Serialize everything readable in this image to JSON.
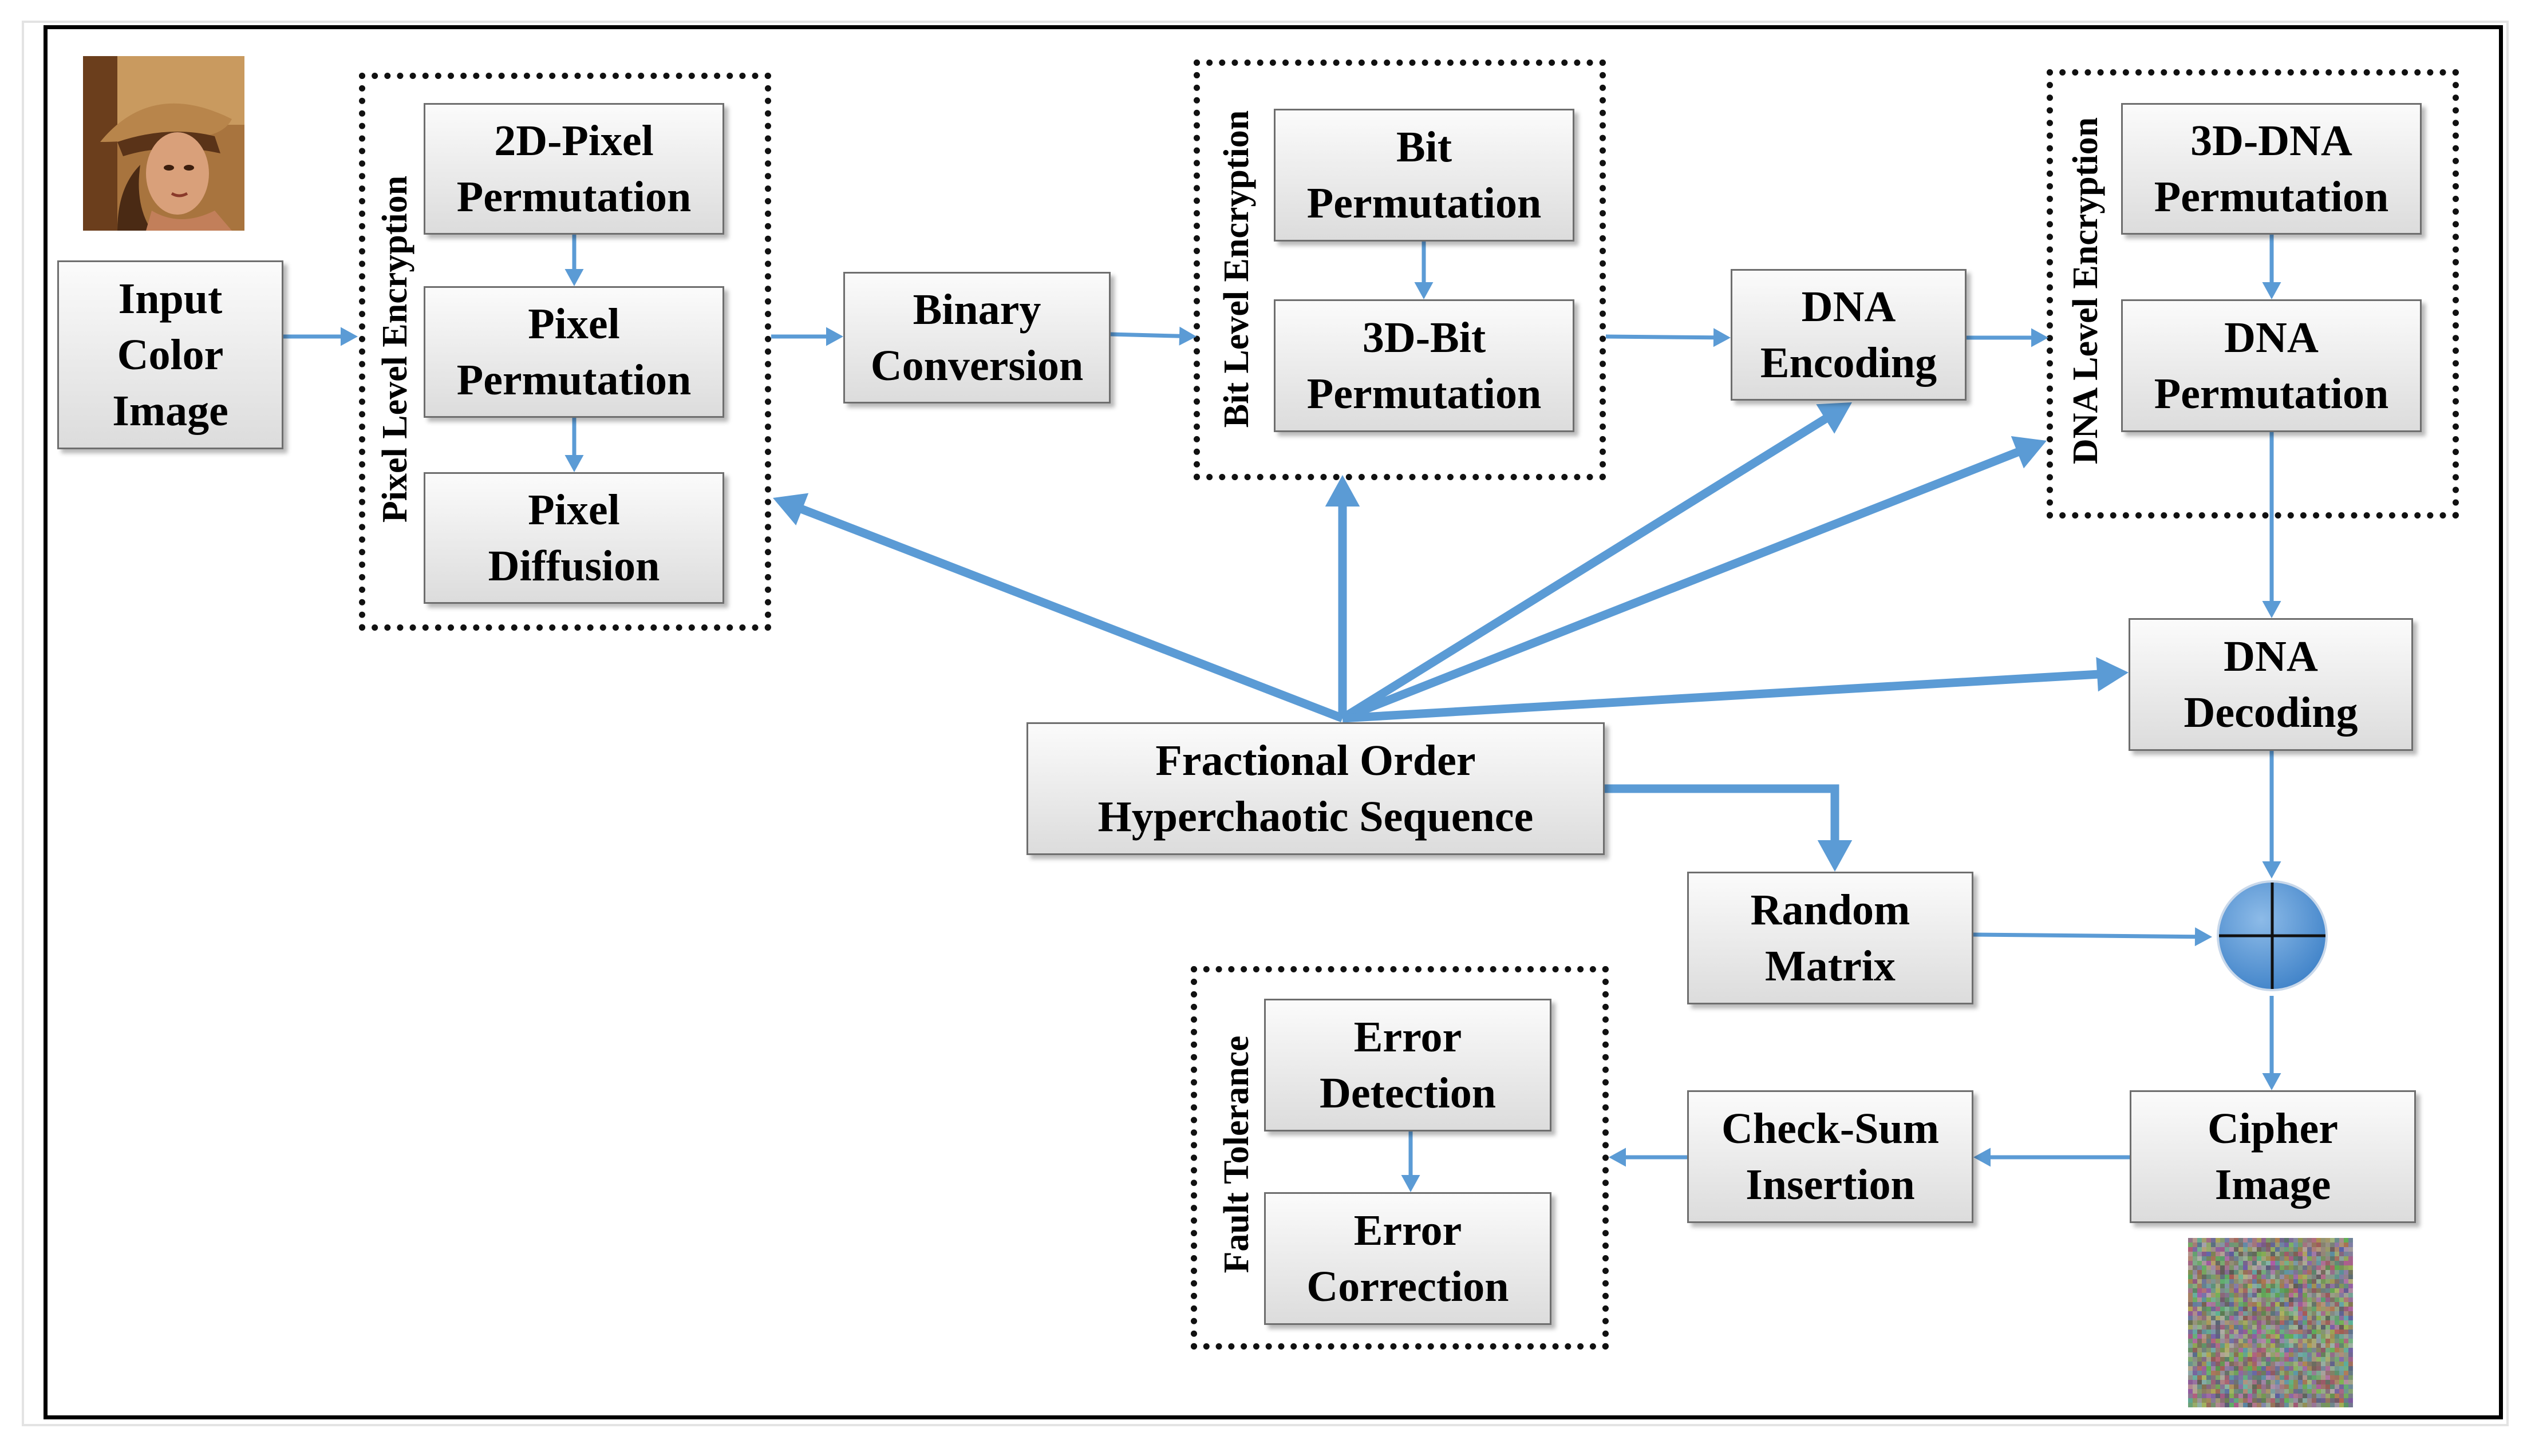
{
  "title": "",
  "colors": {
    "arrow": "#5b9bd5",
    "box_border": "#6e6e6e",
    "xor_fill": "#5b9bd5"
  },
  "images": {
    "input_thumb": "lena-portrait-thumbnail",
    "cipher_thumb": "noise-image-thumbnail"
  },
  "boxes": {
    "input": "Input\nColor\nImage",
    "pixel_perm_2d": "2D-Pixel\nPermutation",
    "pixel_perm": "Pixel\nPermutation",
    "pixel_diffusion": "Pixel\nDiffusion",
    "binary_conversion": "Binary\nConversion",
    "bit_permutation": "Bit\nPermutation",
    "bit_perm_3d": "3D-Bit\nPermutation",
    "dna_encoding": "DNA\nEncoding",
    "dna_perm_3d": "3D-DNA\nPermutation",
    "dna_permutation": "DNA\nPermutation",
    "dna_decoding": "DNA\nDecoding",
    "hyperchaotic": "Fractional Order\nHyperchaotic Sequence",
    "random_matrix": "Random\nMatrix",
    "cipher_image": "Cipher\nImage",
    "checksum": "Check-Sum\nInsertion",
    "error_detection": "Error\nDetection",
    "error_correction": "Error\nCorrection"
  },
  "groups": {
    "pixel": "Pixel Level Encryption",
    "bit": "Bit Level Encryption",
    "dna": "DNA Level Encryption",
    "fault": "Fault Tolerance"
  }
}
